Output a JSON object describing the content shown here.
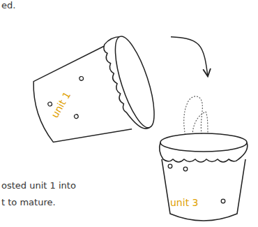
{
  "diagram": {
    "nodes": [
      {
        "text": [
          "unit 1"
        ]
      },
      {
        "text": [
          "unit 3"
        ]
      }
    ],
    "edges": [
      {
        "from": 0,
        "to": 1,
        "arrow": "to"
      }
    ],
    "labels": [
      "ed.",
      "osted unit 1 into",
      "t to mature."
    ]
  }
}
